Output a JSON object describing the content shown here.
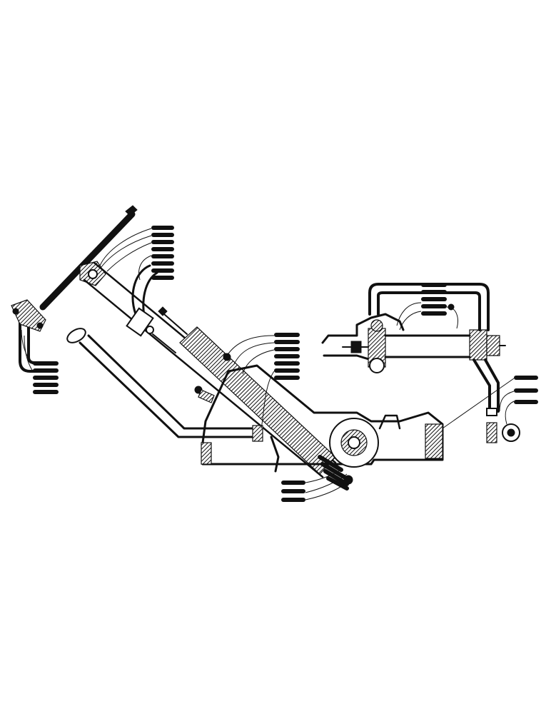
{
  "figure": {
    "kind": "exploded-parts-diagram",
    "background": "#ffffff",
    "ink": "#111111"
  },
  "callout_groups": [
    {
      "name": "steering-wheel-callouts",
      "count": 8
    },
    {
      "name": "left-bracket-callouts",
      "count": 5
    },
    {
      "name": "column-middle-callouts",
      "count": 7
    },
    {
      "name": "base-lower-callouts",
      "count": 3
    },
    {
      "name": "inset-yoke-callouts",
      "count": 5
    },
    {
      "name": "right-link-callouts",
      "count": 3
    }
  ]
}
